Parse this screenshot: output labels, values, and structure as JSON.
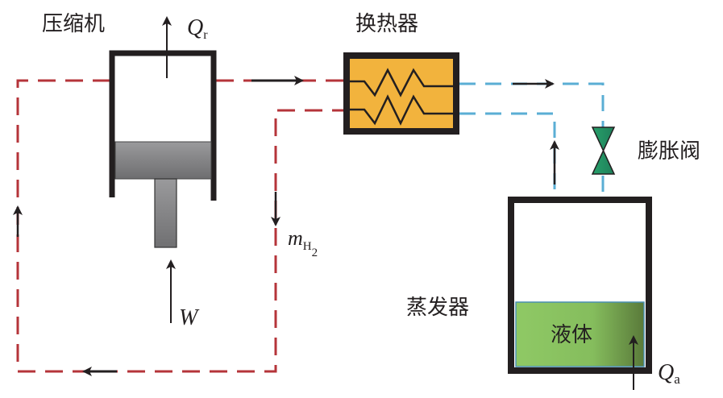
{
  "labels": {
    "compressor": "压缩机",
    "heat_exchanger": "换热器",
    "expansion_valve": "膨胀阀",
    "evaporator": "蒸发器",
    "liquid": "液体"
  },
  "symbols": {
    "heat_rejected": {
      "main": "Q",
      "sub": "r"
    },
    "work": {
      "main": "W"
    },
    "mass_flow": {
      "main": "m",
      "sub": "H",
      "subsub": "2"
    },
    "heat_absorbed": {
      "main": "Q",
      "sub": "a"
    }
  },
  "colors": {
    "hot_loop": "#b5343a",
    "cold_loop": "#5aaed4",
    "outline": "#231f20",
    "heat_exchanger_fill": "#f2b33d",
    "piston": "#8a8a8c",
    "valve": "#2fa36b",
    "liquid_light": "#8fc965",
    "liquid_dark": "#5a7a3a"
  }
}
